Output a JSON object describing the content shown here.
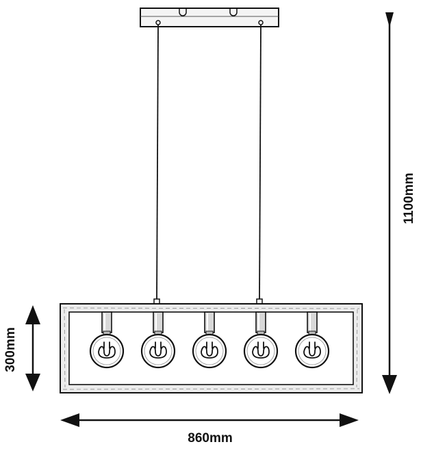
{
  "dimensions": {
    "height_total": "1100mm",
    "frame_height": "300mm",
    "frame_width": "860mm"
  },
  "fixture": {
    "bulb_count": 5
  },
  "colors": {
    "line": "#111111",
    "background": "#ffffff"
  }
}
